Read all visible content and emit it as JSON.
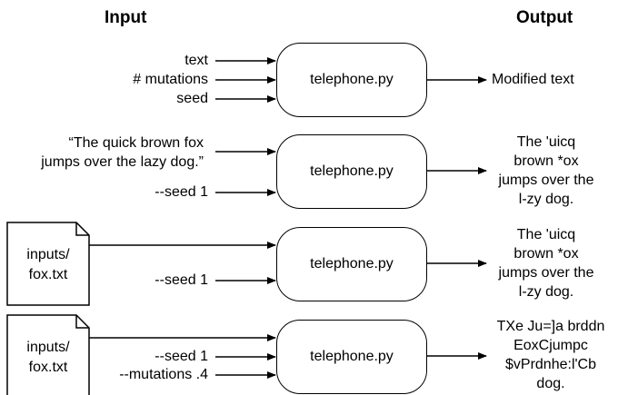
{
  "headers": {
    "input": "Input",
    "output": "Output"
  },
  "row1": {
    "inputs": [
      "text",
      "# mutations",
      "seed"
    ],
    "box": "telephone.py",
    "output": "Modified text"
  },
  "row2": {
    "input_text": [
      "“The quick brown fox",
      "jumps over the lazy dog.”"
    ],
    "seed": "--seed 1",
    "box": "telephone.py",
    "output": [
      "The 'uicq",
      "brown *ox",
      "jumps over the",
      "l-zy dog."
    ]
  },
  "row3": {
    "file": [
      "inputs/",
      "fox.txt"
    ],
    "seed": "--seed 1",
    "box": "telephone.py",
    "output": [
      "The 'uicq",
      "brown *ox",
      "jumps over the",
      "l-zy dog."
    ]
  },
  "row4": {
    "file": [
      "inputs/",
      "fox.txt"
    ],
    "seed": "--seed 1",
    "mutations": "--mutations .4",
    "box": "telephone.py",
    "output": [
      "TXe Ju=]a brddn",
      "EoxCjumpc",
      "$vPrdnhe:l'Cb",
      "dog."
    ]
  }
}
